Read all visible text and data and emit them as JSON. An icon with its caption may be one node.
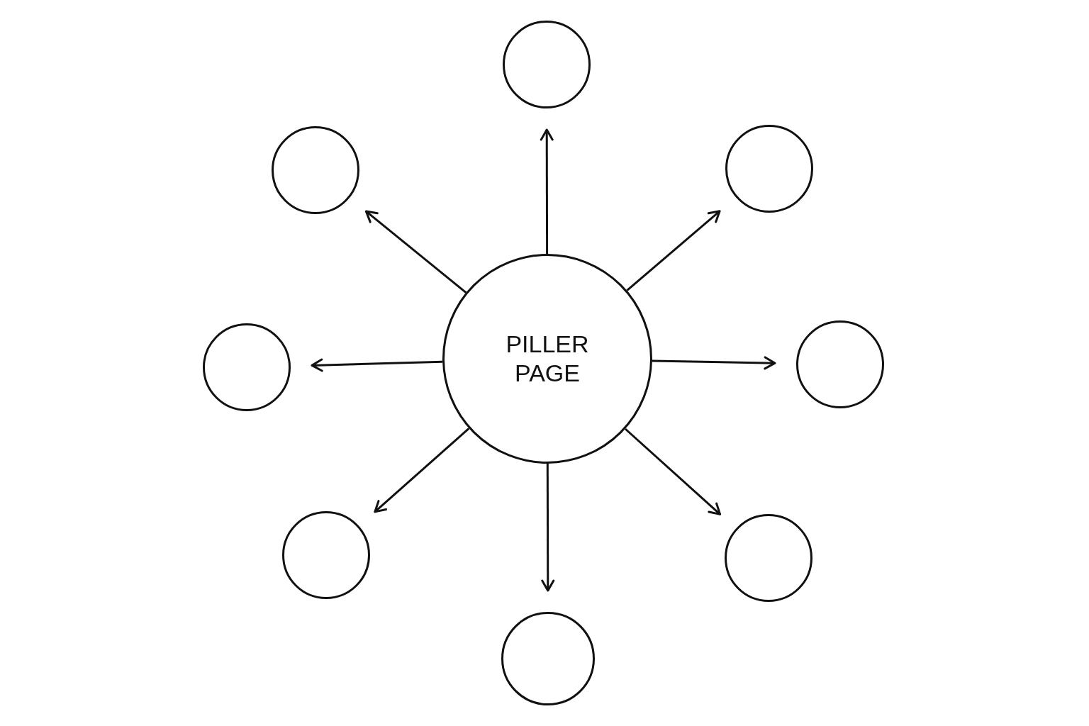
{
  "diagram": {
    "nodes": [
      {
        "text": [
          "PILLER PAGE"
        ]
      },
      {
        "text": [],
        "shape": "circle"
      },
      {
        "text": [],
        "shape": "circle"
      },
      {
        "text": [],
        "shape": "circle"
      },
      {
        "text": [],
        "shape": "circle"
      },
      {
        "text": [],
        "shape": "circle"
      },
      {
        "text": [],
        "shape": "circle"
      },
      {
        "text": [],
        "shape": "circle"
      },
      {
        "text": [],
        "shape": "circle"
      }
    ],
    "edges": [
      {
        "from": 0,
        "to": 1,
        "arrow": "to"
      },
      {
        "from": 0,
        "to": 2,
        "arrow": "to"
      },
      {
        "from": 0,
        "to": 3,
        "arrow": "to"
      },
      {
        "from": 0,
        "to": 4,
        "arrow": "to"
      },
      {
        "from": 0,
        "to": 5,
        "arrow": "to"
      },
      {
        "from": 0,
        "to": 6,
        "arrow": "to"
      },
      {
        "from": 0,
        "to": 7,
        "arrow": "to"
      },
      {
        "from": 0,
        "to": 8,
        "arrow": "to"
      }
    ]
  }
}
